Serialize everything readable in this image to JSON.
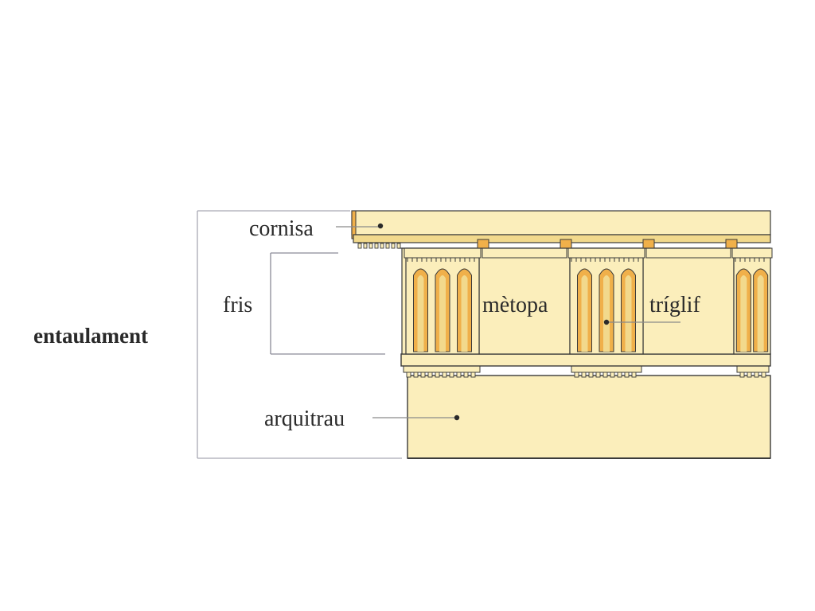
{
  "title_label": "entaulament",
  "parts": {
    "cornice": "cornisa",
    "frieze": "fris",
    "metope": "mètopa",
    "triglyph": "tríglif",
    "architrave": "arquitrau"
  },
  "colors": {
    "stone": "#fbeebb",
    "stone_dark": "#f2d98c",
    "accent": "#f0b04a",
    "line": "#3a3a3a",
    "leader": "#8a8a8a",
    "bracket": "#a9a9b4"
  }
}
